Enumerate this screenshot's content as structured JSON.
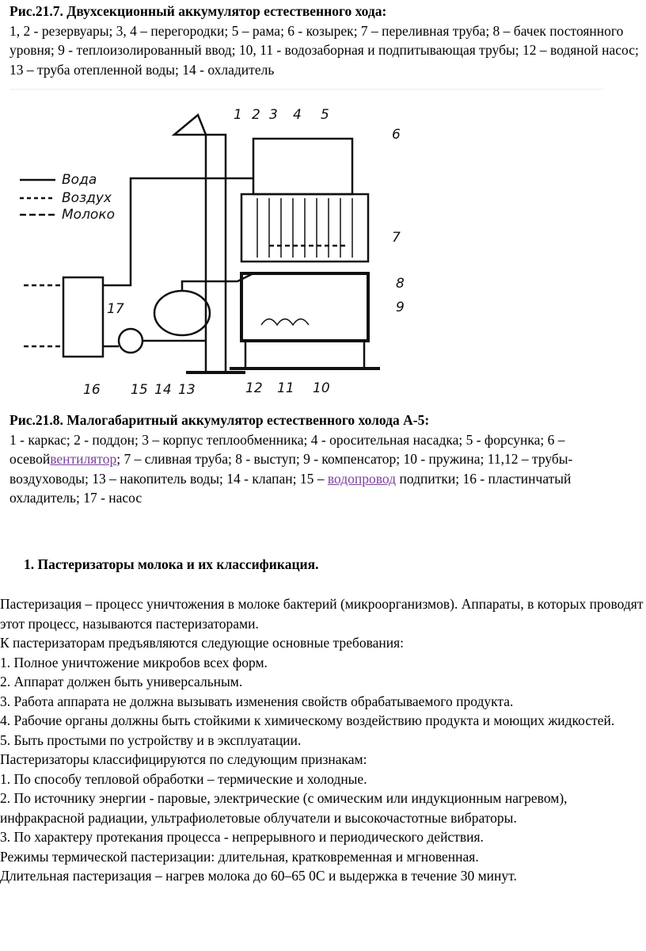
{
  "fig1_caption": {
    "title": "Рис.21.7. Двухсекционный аккумулятор естественного хода:",
    "text": "1, 2 - резервуары; 3, 4 – перегородки; 5 – рама; 6 - козырек; 7 – переливная труба; 8 – бачек постоянного уровня; 9 - теплоизолированный ввод; 10, 11 - водозаборная и подпитывающая трубы; 12 – водяной насос; 13 – труба отепленной воды; 14 - охладитель"
  },
  "figure": {
    "legend": [
      "Вода",
      "Воздух",
      "Молоко"
    ],
    "labels": [
      "1",
      "2",
      "3",
      "4",
      "5",
      "6",
      "7",
      "8",
      "9",
      "10",
      "11",
      "12",
      "13",
      "14",
      "15",
      "16",
      "17"
    ]
  },
  "fig2_caption": {
    "title": "Рис.21.8. Малогабаритный аккумулятор естественного холода А-5:",
    "text_a": "1 - каркас; 2 - поддон; 3 – корпус теплообменника; 4 - оросительная насадка; 5 - форсунка; 6 – осевой",
    "link1": "вентилятор",
    "text_b": "; 7 – сливная труба; 8 - выступ; 9 - компенсатор; 10 - пружина; 11,12 – трубы-воздуховоды; 13 – накопитель воды; 14 - клапан; 15 – ",
    "link2": "водопровод",
    "text_c": " подпитки; 16 - пластинчатый охладитель; 17 - насос"
  },
  "section": {
    "heading": "1.   Пастеризаторы молока и их классификация."
  },
  "paragraphs": [
    "Пастеризация – процесс уничтожения в молоке бактерий (микроорганизмов). Аппараты, в которых проводят этот процесс, называются пастеризаторами.",
    "К пастеризаторам предъявляются следующие основные требования:",
    "1.  Полное уничтожение микробов всех форм.",
    "2.  Аппарат должен быть универсальным.",
    "3.  Работа аппарата не должна вызывать изменения свойств обрабатываемого продукта.",
    "4.  Рабочие органы должны быть стойкими к химическому воздействию продукта и моющих жидкостей.",
    "5.  Быть простыми по устройству и в эксплуатации.",
    "Пастеризаторы классифицируются по следующим признакам:",
    "1.  По способу тепловой обработки – термические и холодные.",
    "2.  По источнику энергии - паровые, электрические (с омическим или индукционным нагревом), инфракрасной радиации, ультрафиолетовые облучатели и высокочастотные вибраторы.",
    "3.  По характеру протекания процесса - непрерывного и периодического действия.",
    "Режимы термической пастеризации: длительная, кратковременная и мгновенная.",
    "Длительная пастеризация – нагрев молока до 60–65 0С и выдержка в течение 30 минут."
  ]
}
